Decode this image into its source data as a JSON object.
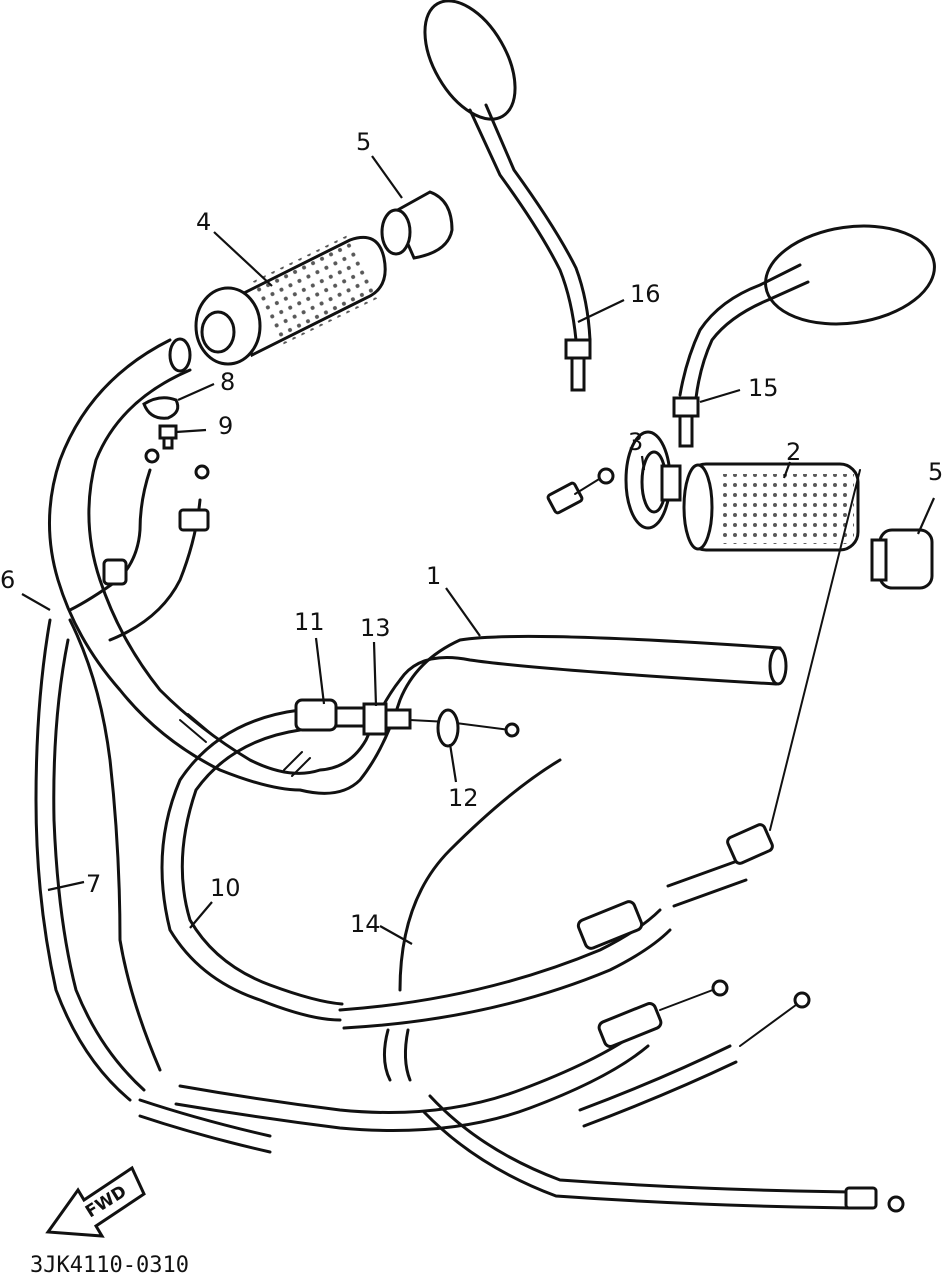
{
  "callouts": [
    "1",
    "2",
    "3",
    "4",
    "5",
    "5",
    "6",
    "7",
    "8",
    "9",
    "10",
    "11",
    "12",
    "13",
    "14",
    "15",
    "16"
  ],
  "forward_label": "FWD",
  "diagram_code": "3JK4110-0310"
}
